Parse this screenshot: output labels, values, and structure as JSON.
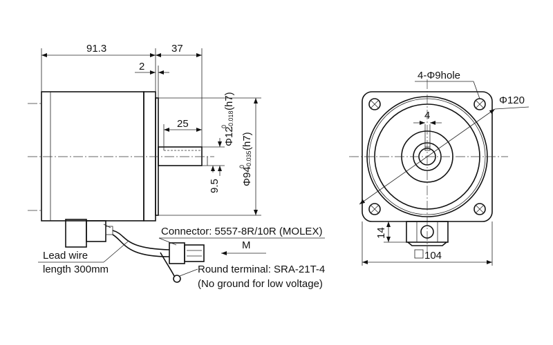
{
  "side_view": {
    "dim_length": "91.3",
    "dim_shaft": "37",
    "dim_flange": "2",
    "dim_key": "25",
    "dim_shaft_dia": "Φ12",
    "dim_shaft_tol_upper": "0",
    "dim_shaft_tol_lower": "-0.018",
    "dim_shaft_fit": "(h7)",
    "dim_pilot_dia": "Φ94",
    "dim_pilot_tol_upper": "0",
    "dim_pilot_tol_lower": "-0.035",
    "dim_pilot_fit": "(h7)",
    "dim_key_height": "9.5"
  },
  "labels": {
    "connector": "Connector: 5557-8R/10R (MOLEX)",
    "m": "M",
    "lead_wire_1": "Lead wire",
    "lead_wire_2": "length 300mm",
    "round_terminal": "Round terminal: SRA-21T-4",
    "no_ground": "(No ground for low voltage)"
  },
  "front_view": {
    "holes": "4-Φ9hole",
    "bolt_circle": "Φ120",
    "key_width": "4",
    "conn_height": "14",
    "square_mark": "□",
    "square_size": "104"
  }
}
